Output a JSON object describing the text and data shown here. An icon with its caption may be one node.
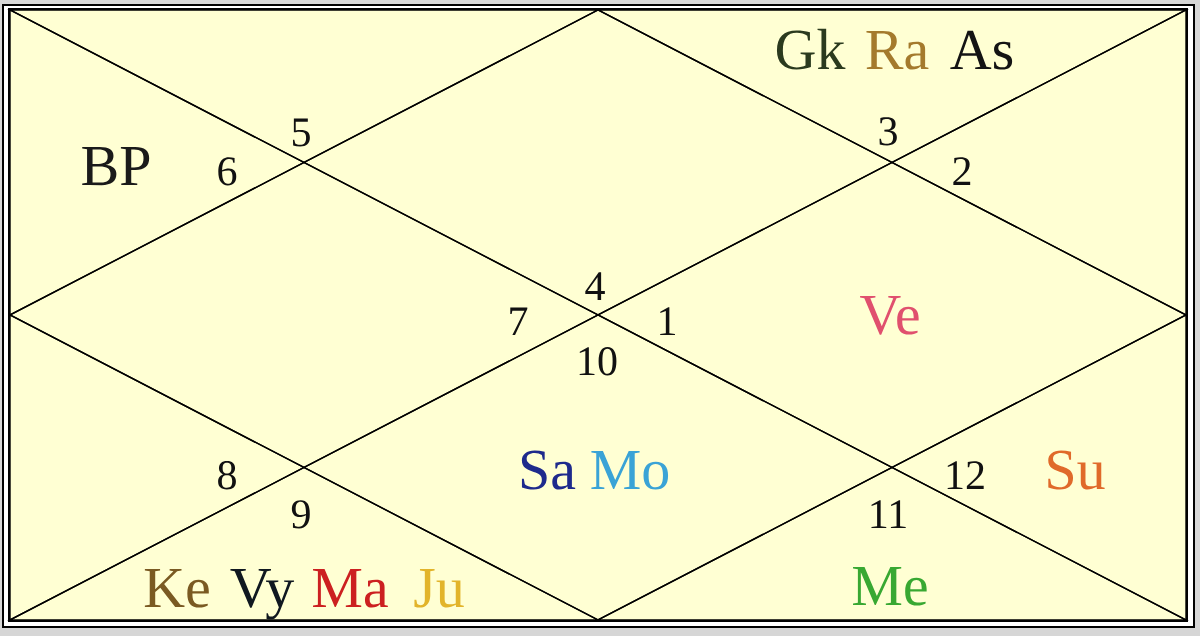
{
  "diagram": {
    "nodes": [
      {
        "text": [
          "5"
        ]
      },
      {
        "text": [
          "Gk",
          "Ra",
          "As",
          "3"
        ]
      },
      {
        "text": [
          "BP",
          "6"
        ]
      },
      {
        "text": [
          "2"
        ]
      },
      {
        "text": [
          "4"
        ]
      },
      {
        "text": [
          "7"
        ]
      },
      {
        "text": [
          "1",
          "Ve"
        ]
      },
      {
        "text": [
          "10",
          "Sa",
          "Mo"
        ]
      },
      {
        "text": [
          "8"
        ]
      },
      {
        "text": [
          "12",
          "Su"
        ]
      },
      {
        "text": [
          "9",
          "Ke",
          "Vy",
          "Ma",
          "Ju"
        ]
      },
      {
        "text": [
          "11",
          "Me"
        ]
      }
    ]
  }
}
